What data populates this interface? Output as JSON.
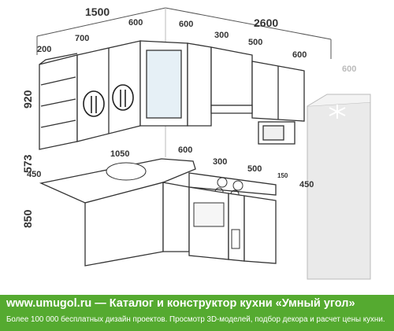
{
  "dimensions": {
    "top_left_width": "1500",
    "top_right_width": "2600",
    "shelf_depth": "200",
    "upper_left_cabinet": "700",
    "upper_corner_cabinet": "600",
    "upper_corner_right": "600",
    "upper_hood_cabinet": "300",
    "upper_mid_cabinet": "500",
    "upper_right_cabinet": "600",
    "fridge_depth": "600",
    "upper_height": "920",
    "backsplash_height": "573",
    "base_height": "850",
    "counter_depth_left": "450",
    "counter_sink_length": "1050",
    "stove_width": "600",
    "dishwasher_width": "300",
    "base_right_cabinet": "500",
    "gap_to_fridge": "150",
    "counter_depth_right": "450"
  },
  "footer": {
    "title": "www.umugol.ru — Каталог и конструктор кухни «Умный угол»",
    "subtitle": "Более 100 000 бесплатных дизайн проектов. Просмотр 3D-моделей, подбор декора и расчет цены кухни."
  },
  "colors": {
    "footer_bg": "#55aa30",
    "outline": "#444444",
    "fridge_fill": "#eaeaea"
  }
}
